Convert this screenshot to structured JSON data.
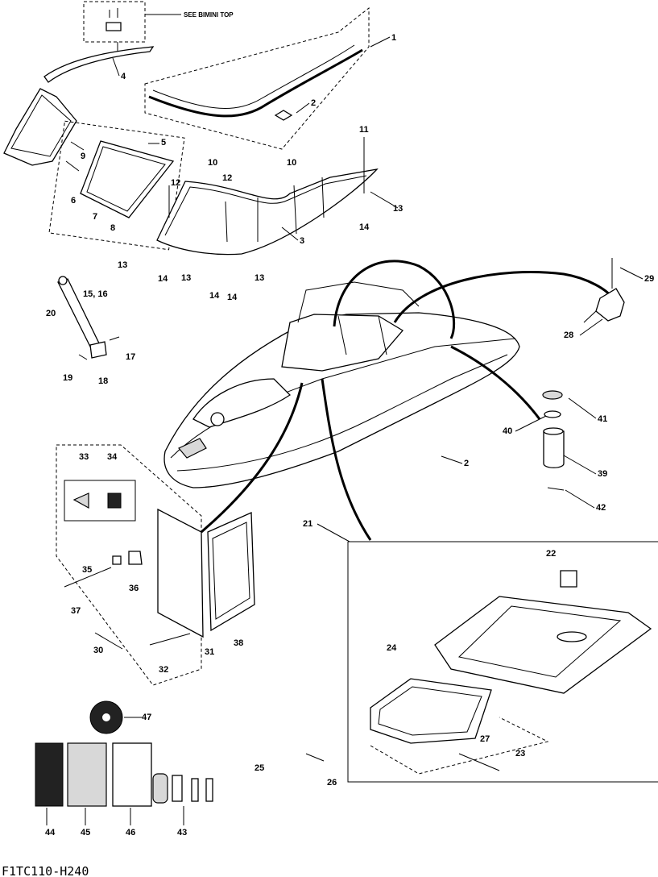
{
  "labels": [
    {
      "id": "1",
      "text": "1"
    },
    {
      "id": "2a",
      "text": "2"
    },
    {
      "id": "2b",
      "text": "2"
    },
    {
      "id": "3",
      "text": "3"
    },
    {
      "id": "4",
      "text": "4"
    },
    {
      "id": "5",
      "text": "5"
    },
    {
      "id": "6",
      "text": "6"
    },
    {
      "id": "7",
      "text": "7"
    },
    {
      "id": "8",
      "text": "8"
    },
    {
      "id": "9",
      "text": "9"
    },
    {
      "id": "10a",
      "text": "10"
    },
    {
      "id": "10b",
      "text": "10"
    },
    {
      "id": "11",
      "text": "11"
    },
    {
      "id": "12a",
      "text": "12"
    },
    {
      "id": "12b",
      "text": "12"
    },
    {
      "id": "13a",
      "text": "13"
    },
    {
      "id": "13b",
      "text": "13"
    },
    {
      "id": "13c",
      "text": "13"
    },
    {
      "id": "13d",
      "text": "13"
    },
    {
      "id": "14a",
      "text": "14"
    },
    {
      "id": "14b",
      "text": "14"
    },
    {
      "id": "14c",
      "text": "14"
    },
    {
      "id": "14d",
      "text": "14"
    },
    {
      "id": "1516",
      "text": "15, 16"
    },
    {
      "id": "17",
      "text": "17"
    },
    {
      "id": "18",
      "text": "18"
    },
    {
      "id": "19",
      "text": "19"
    },
    {
      "id": "20",
      "text": "20"
    },
    {
      "id": "21",
      "text": "21"
    },
    {
      "id": "22",
      "text": "22"
    },
    {
      "id": "23",
      "text": "23"
    },
    {
      "id": "24",
      "text": "24"
    },
    {
      "id": "25",
      "text": "25"
    },
    {
      "id": "26",
      "text": "26"
    },
    {
      "id": "27",
      "text": "27"
    },
    {
      "id": "28",
      "text": "28"
    },
    {
      "id": "29",
      "text": "29"
    },
    {
      "id": "30",
      "text": "30"
    },
    {
      "id": "31",
      "text": "31"
    },
    {
      "id": "32",
      "text": "32"
    },
    {
      "id": "33",
      "text": "33"
    },
    {
      "id": "34",
      "text": "34"
    },
    {
      "id": "35",
      "text": "35"
    },
    {
      "id": "36",
      "text": "36"
    },
    {
      "id": "37",
      "text": "37"
    },
    {
      "id": "38",
      "text": "38"
    },
    {
      "id": "39",
      "text": "39"
    },
    {
      "id": "40",
      "text": "40"
    },
    {
      "id": "41",
      "text": "41"
    },
    {
      "id": "42",
      "text": "42"
    },
    {
      "id": "43",
      "text": "43"
    },
    {
      "id": "44",
      "text": "44"
    },
    {
      "id": "45",
      "text": "45"
    },
    {
      "id": "46",
      "text": "46"
    },
    {
      "id": "47",
      "text": "47"
    }
  ],
  "note": "SEE BIMINI TOP",
  "diagram_code": "F1TC110-H240"
}
